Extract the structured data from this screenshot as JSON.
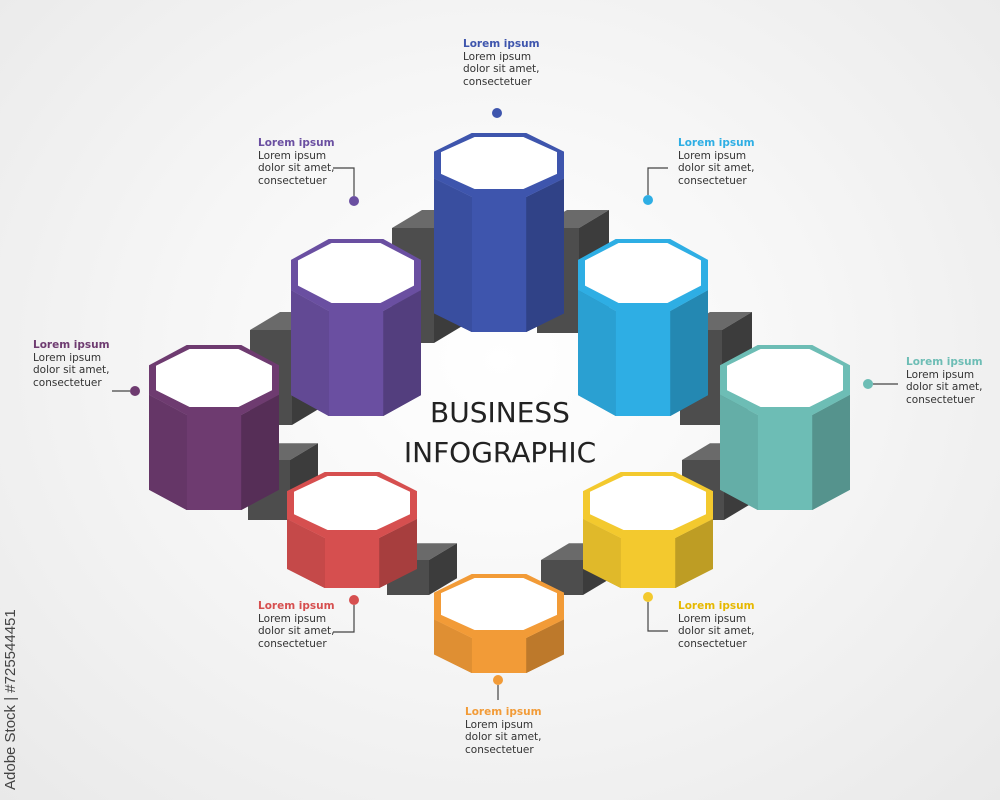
{
  "title_line1": "BUSINESS",
  "title_line2": "INFOGRAPHIC",
  "watermark": {
    "brand": "Adobe Stock",
    "id": "#725544451"
  },
  "items": [
    {
      "key": "top",
      "color": "#3e55ad",
      "title": "Lorem ipsum",
      "lines": [
        "Lorem ipsum",
        "dolor sit amet,",
        "consectetuer"
      ]
    },
    {
      "key": "top-right",
      "color": "#2eaee4",
      "title": "Lorem ipsum",
      "lines": [
        "Lorem ipsum",
        "dolor sit amet,",
        "consectetuer"
      ]
    },
    {
      "key": "right",
      "color": "#6dbdb5",
      "title": "Lorem ipsum",
      "lines": [
        "Lorem ipsum",
        "dolor sit amet,",
        "consectetuer"
      ]
    },
    {
      "key": "bottom-right",
      "color": "#f3c92e",
      "title": "Lorem ipsum",
      "lines": [
        "Lorem ipsum",
        "dolor sit amet,",
        "consectetuer"
      ]
    },
    {
      "key": "bottom",
      "color": "#f29b37",
      "title": "Lorem ipsum",
      "lines": [
        "Lorem ipsum",
        "dolor sit amet,",
        "consectetuer"
      ]
    },
    {
      "key": "bottom-left",
      "color": "#d64f4f",
      "title": "Lorem ipsum",
      "lines": [
        "Lorem ipsum",
        "dolor sit amet,",
        "consectetuer"
      ]
    },
    {
      "key": "left",
      "color": "#6e3b70",
      "title": "Lorem ipsum",
      "lines": [
        "Lorem ipsum",
        "dolor sit amet,",
        "consectetuer"
      ]
    },
    {
      "key": "top-left",
      "color": "#6a4fa1",
      "title": "Lorem ipsum",
      "lines": [
        "Lorem ipsum",
        "dolor sit amet,",
        "consectetuer"
      ]
    }
  ],
  "connector_color": "#5a5a5a"
}
